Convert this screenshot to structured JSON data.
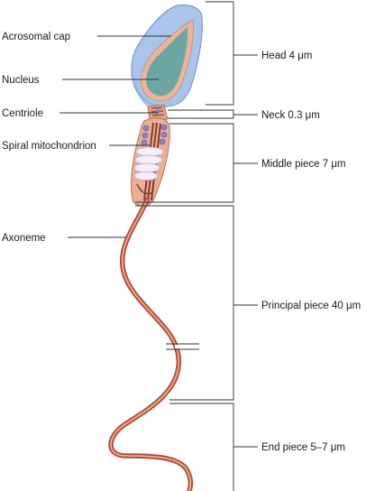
{
  "labels_left": {
    "acrosomal_cap": "Acrosomal cap",
    "nucleus": "Nucleus",
    "centriole": "Centriole",
    "spiral_mitochondrion": "Spiral mitochondrion",
    "axoneme": "Axoneme"
  },
  "labels_right": {
    "head": "Head 4 μm",
    "neck": "Neck 0.3 μm",
    "middle_piece": "Middle piece 7 μm",
    "principal_piece": "Principal piece 40 μm",
    "end_piece": "End piece 5–7 μm"
  },
  "colors": {
    "acrosome_blue": "#a7c4ea",
    "nucleus_teal": "#6fa6a3",
    "membrane_salmon": "#e7b099",
    "tail_red": "#b5523d",
    "mito_purple": "#8a7ec0",
    "line": "#333333"
  }
}
